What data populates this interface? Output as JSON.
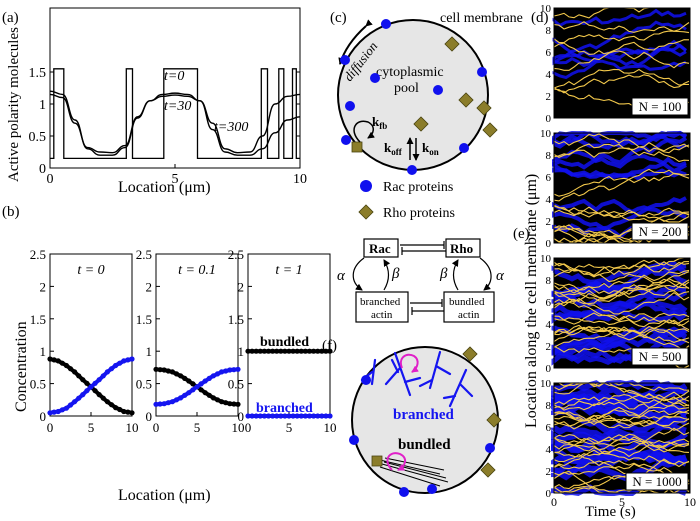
{
  "panels": {
    "a": {
      "label": "(a)",
      "ylabel": "Active polarity molecules",
      "xlabel": "Location (μm)",
      "xticks": [
        "0",
        "5",
        "10"
      ],
      "yticks": [
        "0",
        "0.5",
        "1",
        "1.5"
      ],
      "curve_labels": [
        "t=0",
        "t=30",
        "t=300"
      ]
    },
    "b": {
      "label": "(b)",
      "ylabel": "Concentration",
      "xlabel": "Location (μm)",
      "xticks": [
        "0",
        "5",
        "10"
      ],
      "yticks": [
        "0",
        "0.5",
        "1",
        "1.5",
        "2",
        "2.5"
      ],
      "subplot_titles": [
        "t = 0",
        "t = 0.1",
        "t = 1"
      ],
      "label_bundled": "bundled",
      "label_branched": "branched"
    },
    "c": {
      "label": "(c)",
      "membrane": "cell membrane",
      "diffusion": "diffusion",
      "pool_line1": "cytoplasmic",
      "pool_line2": "pool",
      "kfb": "k",
      "kfb_sub": "fb",
      "koff": "k",
      "koff_sub": "off",
      "kon": "k",
      "kon_sub": "on",
      "legend_rac": "Rac proteins",
      "legend_rho": "Rho proteins"
    },
    "e": {
      "label": "(e)",
      "rac": "Rac",
      "rho": "Rho",
      "alpha": "α",
      "beta": "β",
      "branched1": "branched",
      "branched2": "actin",
      "bundled1": "bundled",
      "bundled2": "actin"
    },
    "f": {
      "label": "(f)",
      "branched": "branched",
      "bundled": "bundled"
    },
    "d": {
      "label": "(d)",
      "ylabel": "Location along the cell membrane (μm)",
      "xlabel": "Time (s)",
      "yticks": [
        "0",
        "2",
        "4",
        "6",
        "8",
        "10"
      ],
      "xticks": [
        "0",
        "5",
        "10"
      ],
      "n_labels": [
        "N = 100",
        "N = 200",
        "N = 500",
        "N = 1000"
      ]
    }
  },
  "colors": {
    "rac": "#1010ee",
    "rho": "#8b7d2a",
    "blue_line": "#1515f0",
    "yellow_trace": "#f2c84b",
    "cell_fill": "#e6e6e6",
    "magenta": "#e020c8"
  },
  "chart_data": [
    {
      "type": "line",
      "panel": "a",
      "xlim": [
        0,
        10
      ],
      "ylim": [
        0,
        2.5
      ],
      "series": [
        {
          "name": "t=0",
          "shape": "step",
          "x": [
            0,
            0.15,
            0.15,
            0.35,
            0.35,
            0.55,
            0.55,
            3.05,
            3.05,
            3.3,
            3.3,
            4.55,
            4.55,
            5.9,
            5.9,
            8.45,
            8.45,
            8.7,
            8.7,
            9.15,
            9.15,
            9.35,
            9.35,
            9.7,
            9.7,
            9.85,
            9.85,
            10
          ],
          "y": [
            0.15,
            0.15,
            1.55,
            1.55,
            1.55,
            1.55,
            0.15,
            0.15,
            1.55,
            1.55,
            0.15,
            0.15,
            1.55,
            1.55,
            0.15,
            0.15,
            1.55,
            1.55,
            0.15,
            0.15,
            1.55,
            1.55,
            0.15,
            0.15,
            1.55,
            1.55,
            0.15,
            0.15
          ]
        },
        {
          "name": "t=30",
          "x": [
            0,
            0.5,
            1,
            1.5,
            2,
            2.5,
            3,
            3.5,
            4,
            4.5,
            5,
            5.5,
            6,
            6.5,
            7,
            7.5,
            8,
            8.5,
            9,
            9.5,
            10
          ],
          "y": [
            1.15,
            1.1,
            0.7,
            0.32,
            0.25,
            0.24,
            0.35,
            0.8,
            1.05,
            1.12,
            1.14,
            1.12,
            1.05,
            0.7,
            0.3,
            0.24,
            0.25,
            0.5,
            1.0,
            1.12,
            1.15
          ]
        },
        {
          "name": "t=300",
          "x": [
            0,
            0.5,
            1,
            1.5,
            2,
            2.5,
            3,
            3.5,
            4,
            4.5,
            5,
            5.5,
            6,
            6.5,
            7,
            7.5,
            8,
            8.5,
            9,
            9.5,
            10
          ],
          "y": [
            1.2,
            1.15,
            0.75,
            0.3,
            0.2,
            0.2,
            0.32,
            0.78,
            1.05,
            1.15,
            1.17,
            1.15,
            1.05,
            0.6,
            0.25,
            0.2,
            0.2,
            0.3,
            0.55,
            0.75,
            0.8
          ]
        }
      ]
    },
    {
      "type": "line",
      "panel": "b1",
      "title": "t = 0",
      "xlim": [
        0,
        10
      ],
      "ylim": [
        0,
        2.5
      ],
      "series": [
        {
          "name": "black",
          "x": [
            0,
            1,
            2,
            3,
            4,
            5,
            6,
            7,
            8,
            9,
            10
          ],
          "y": [
            0.88,
            0.85,
            0.78,
            0.68,
            0.56,
            0.45,
            0.33,
            0.22,
            0.13,
            0.07,
            0.05
          ]
        },
        {
          "name": "blue",
          "x": [
            0,
            1,
            2,
            3,
            4,
            5,
            6,
            7,
            8,
            9,
            10
          ],
          "y": [
            0.05,
            0.07,
            0.12,
            0.22,
            0.33,
            0.45,
            0.56,
            0.68,
            0.78,
            0.85,
            0.88
          ]
        }
      ]
    },
    {
      "type": "line",
      "panel": "b2",
      "title": "t = 0.1",
      "xlim": [
        0,
        10
      ],
      "ylim": [
        0,
        2.5
      ],
      "series": [
        {
          "name": "black",
          "x": [
            0,
            1,
            2,
            3,
            4,
            5,
            6,
            7,
            8,
            9,
            10
          ],
          "y": [
            0.72,
            0.71,
            0.68,
            0.62,
            0.54,
            0.45,
            0.36,
            0.28,
            0.22,
            0.19,
            0.18
          ]
        },
        {
          "name": "blue",
          "x": [
            0,
            1,
            2,
            3,
            4,
            5,
            6,
            7,
            8,
            9,
            10
          ],
          "y": [
            0.18,
            0.19,
            0.22,
            0.28,
            0.36,
            0.45,
            0.54,
            0.62,
            0.68,
            0.71,
            0.72
          ]
        }
      ]
    },
    {
      "type": "line",
      "panel": "b3",
      "title": "t = 1",
      "xlim": [
        0,
        10
      ],
      "ylim": [
        0,
        2.5
      ],
      "series": [
        {
          "name": "bundled",
          "x": [
            0,
            10
          ],
          "y": [
            1.0,
            1.0
          ]
        },
        {
          "name": "branched",
          "x": [
            0,
            10
          ],
          "y": [
            0.0,
            0.0
          ]
        }
      ]
    }
  ]
}
